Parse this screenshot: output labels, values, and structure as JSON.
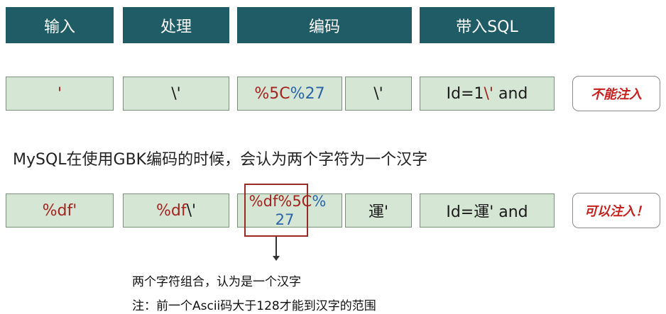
{
  "headers": [
    "输入",
    "处理",
    "编码",
    "带入SQL"
  ],
  "row1": {
    "input": "'",
    "processed": "\\'",
    "encoded_part1": "%5C",
    "encoded_part2": "%27",
    "decoded": "\\'",
    "sql_prefix": "Id=1",
    "sql_backslash": "\\'",
    "sql_suffix": " and",
    "verdict": "不能注入"
  },
  "note_line": "MySQL在使用GBK编码的时候，会认为两个字符为一个汉字",
  "row2": {
    "input": "%df'",
    "processed_red": "%df",
    "processed_rest": "\\'",
    "encoded_part1": "%df",
    "encoded_part2": "%5C",
    "encoded_part3": "%",
    "encoded_part4": "27",
    "decoded": "運'",
    "sql": "Id=運' and",
    "verdict": "可以注入！"
  },
  "explanation": {
    "line1": "两个字符组合，认为是一个汉字",
    "line2": "注：前一个Ascii码大于128才能到汉字的范围"
  },
  "colors": {
    "header_bg": "#1f5c66",
    "cell_bg": "#d6e6d4",
    "red": "#a3231f",
    "blue": "#2a64a8",
    "verdict_red": "#c8201d"
  }
}
